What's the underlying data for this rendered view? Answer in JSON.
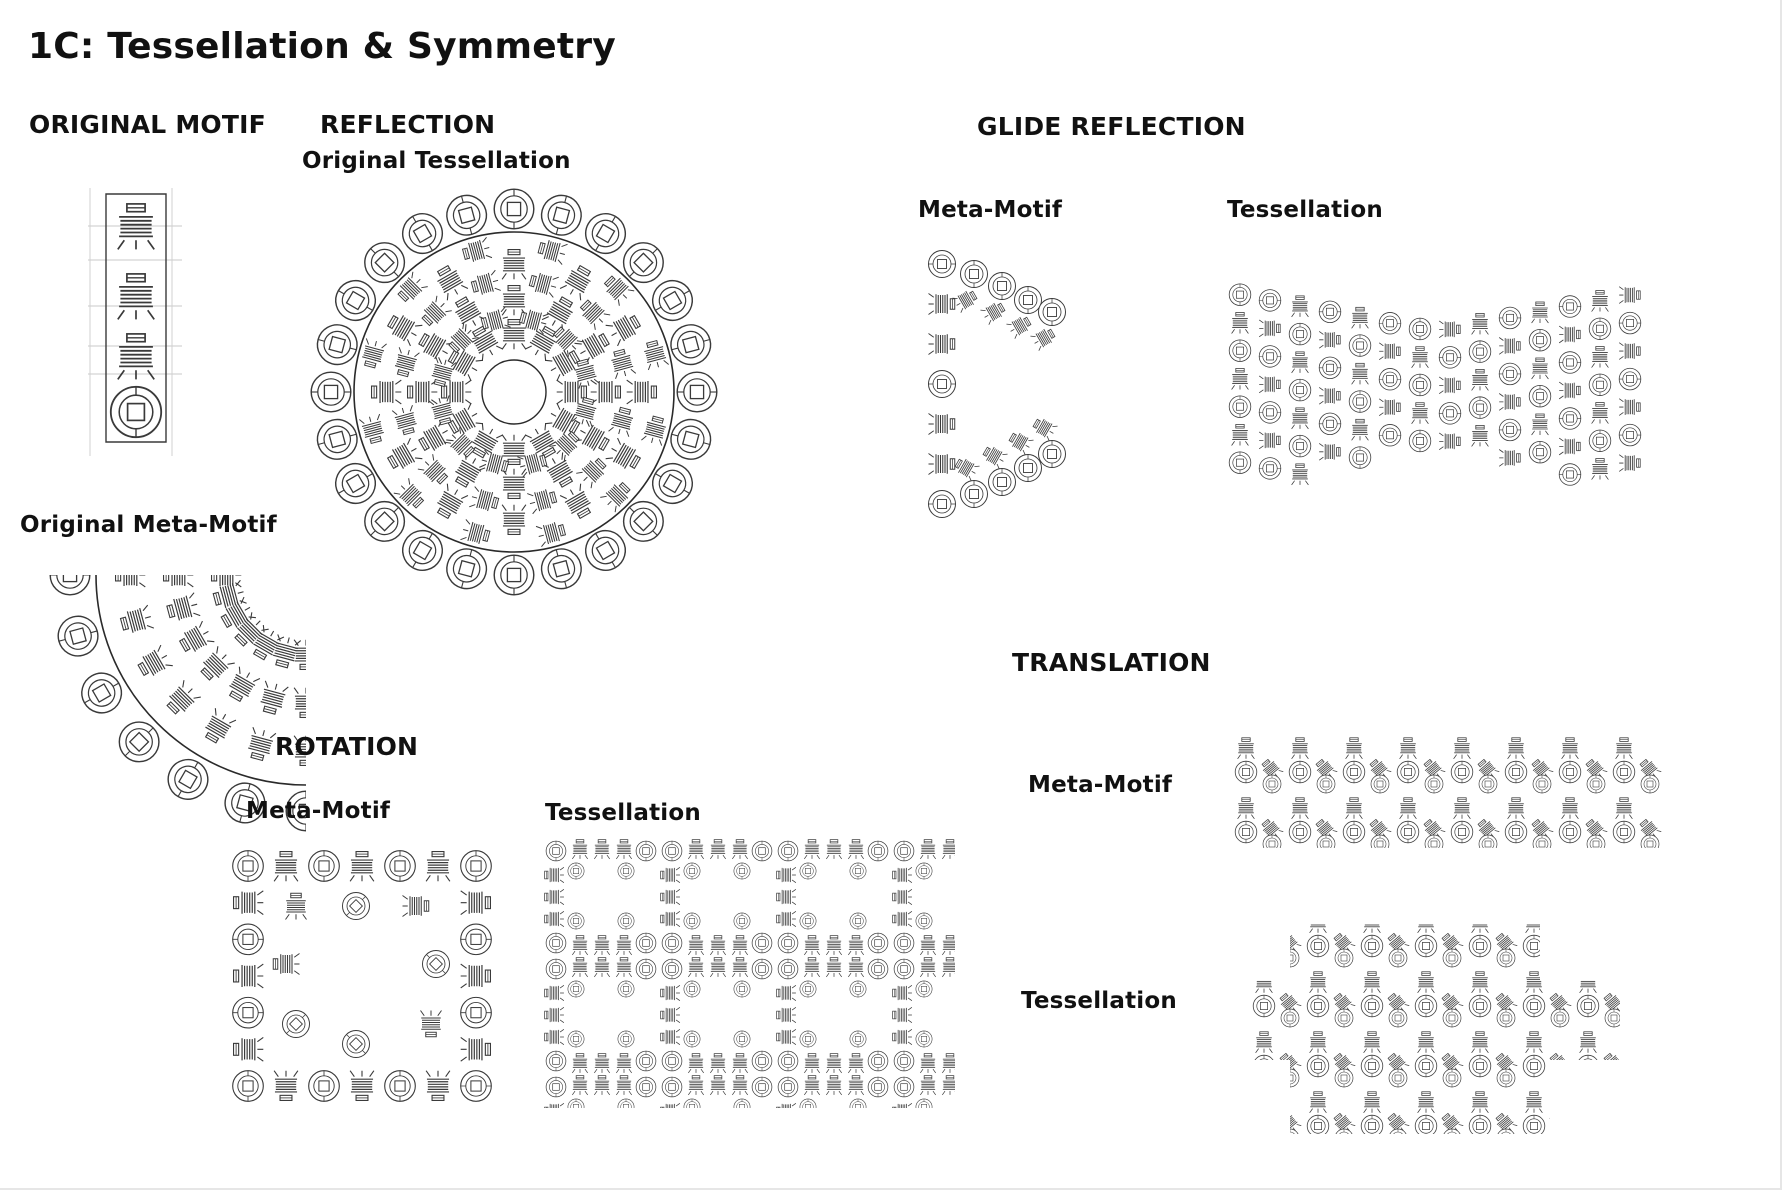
{
  "page": {
    "title": "1C: Tessellation & Symmetry"
  },
  "sections": {
    "original_motif": {
      "heading": "ORIGINAL MOTIF"
    },
    "original_meta_motif": {
      "heading": "Original Meta-Motif"
    },
    "reflection": {
      "heading": "REFLECTION",
      "tessellation_label": "Original Tessellation"
    },
    "rotation": {
      "heading": "ROTATION",
      "meta_motif_label": "Meta-Motif",
      "tessellation_label": "Tessellation"
    },
    "glide_reflection": {
      "heading": "GLIDE REFLECTION",
      "meta_motif_label": "Meta-Motif",
      "tessellation_label": "Tessellation"
    },
    "translation": {
      "heading": "TRANSLATION",
      "meta_motif_label": "Meta-Motif",
      "tessellation_label": "Tessellation"
    }
  },
  "style": {
    "ink": "#3a3a3a",
    "light_ink": "#808080",
    "background": "#ffffff"
  },
  "icons": [
    "coin-icon",
    "glyph-icon",
    "motif-icon"
  ]
}
